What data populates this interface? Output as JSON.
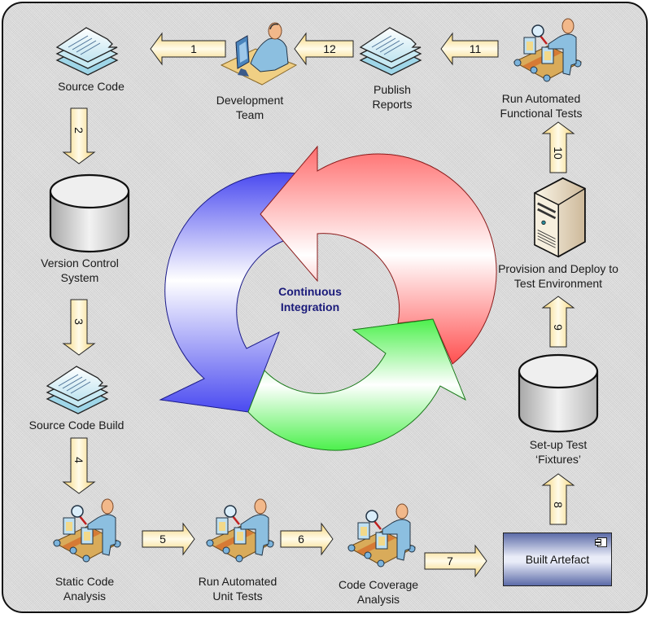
{
  "title": "Continuous Integration",
  "center_label": [
    "Continuous",
    "Integration"
  ],
  "colors": {
    "arrow_fill": "#fbe5a8",
    "cycle_red": "#ff5a5a",
    "cycle_blue": "#4a4af0",
    "cycle_green": "#4cf04c",
    "center_text": "#1a1a7a",
    "artefact": "#5c6ba8"
  },
  "nodes": [
    {
      "id": "source-code",
      "label": [
        "Source Code"
      ],
      "icon": "documents-stack-icon"
    },
    {
      "id": "version-control",
      "label": [
        "Version Control",
        "System"
      ],
      "icon": "database-icon"
    },
    {
      "id": "source-code-build",
      "label": [
        "Source Code Build"
      ],
      "icon": "documents-stack-icon"
    },
    {
      "id": "static-code-analysis",
      "label": [
        "Static Code",
        "Analysis"
      ],
      "icon": "tester-conveyor-icon"
    },
    {
      "id": "run-unit-tests",
      "label": [
        "Run Automated",
        "Unit Tests"
      ],
      "icon": "tester-conveyor-icon"
    },
    {
      "id": "code-coverage",
      "label": [
        "Code Coverage",
        "Analysis"
      ],
      "icon": "tester-conveyor-icon"
    },
    {
      "id": "built-artefact",
      "label": [
        "Built Artefact"
      ],
      "icon": "component-icon"
    },
    {
      "id": "setup-fixtures",
      "label": [
        "Set-up Test",
        "‘Fixtures’"
      ],
      "icon": "database-icon"
    },
    {
      "id": "provision-deploy",
      "label": [
        "Provision and Deploy to",
        "Test Environment"
      ],
      "icon": "server-icon"
    },
    {
      "id": "run-functional-tests",
      "label": [
        "Run Automated",
        "Functional Tests"
      ],
      "icon": "tester-conveyor-icon"
    },
    {
      "id": "publish-reports",
      "label": [
        "Publish",
        "Reports"
      ],
      "icon": "documents-stack-icon"
    },
    {
      "id": "development-team",
      "label": [
        "Development",
        "Team"
      ],
      "icon": "developer-workstation-icon"
    }
  ],
  "steps": [
    {
      "num": "1",
      "from": "development-team",
      "to": "source-code",
      "direction": "left"
    },
    {
      "num": "2",
      "from": "source-code",
      "to": "version-control",
      "direction": "down"
    },
    {
      "num": "3",
      "from": "version-control",
      "to": "source-code-build",
      "direction": "down"
    },
    {
      "num": "4",
      "from": "source-code-build",
      "to": "static-code-analysis",
      "direction": "down"
    },
    {
      "num": "5",
      "from": "static-code-analysis",
      "to": "run-unit-tests",
      "direction": "right"
    },
    {
      "num": "6",
      "from": "run-unit-tests",
      "to": "code-coverage",
      "direction": "right"
    },
    {
      "num": "7",
      "from": "code-coverage",
      "to": "built-artefact",
      "direction": "right"
    },
    {
      "num": "8",
      "from": "built-artefact",
      "to": "setup-fixtures",
      "direction": "up"
    },
    {
      "num": "9",
      "from": "setup-fixtures",
      "to": "provision-deploy",
      "direction": "up"
    },
    {
      "num": "10",
      "from": "provision-deploy",
      "to": "run-functional-tests",
      "direction": "up"
    },
    {
      "num": "11",
      "from": "run-functional-tests",
      "to": "publish-reports",
      "direction": "left"
    },
    {
      "num": "12",
      "from": "publish-reports",
      "to": "development-team",
      "direction": "left"
    }
  ]
}
